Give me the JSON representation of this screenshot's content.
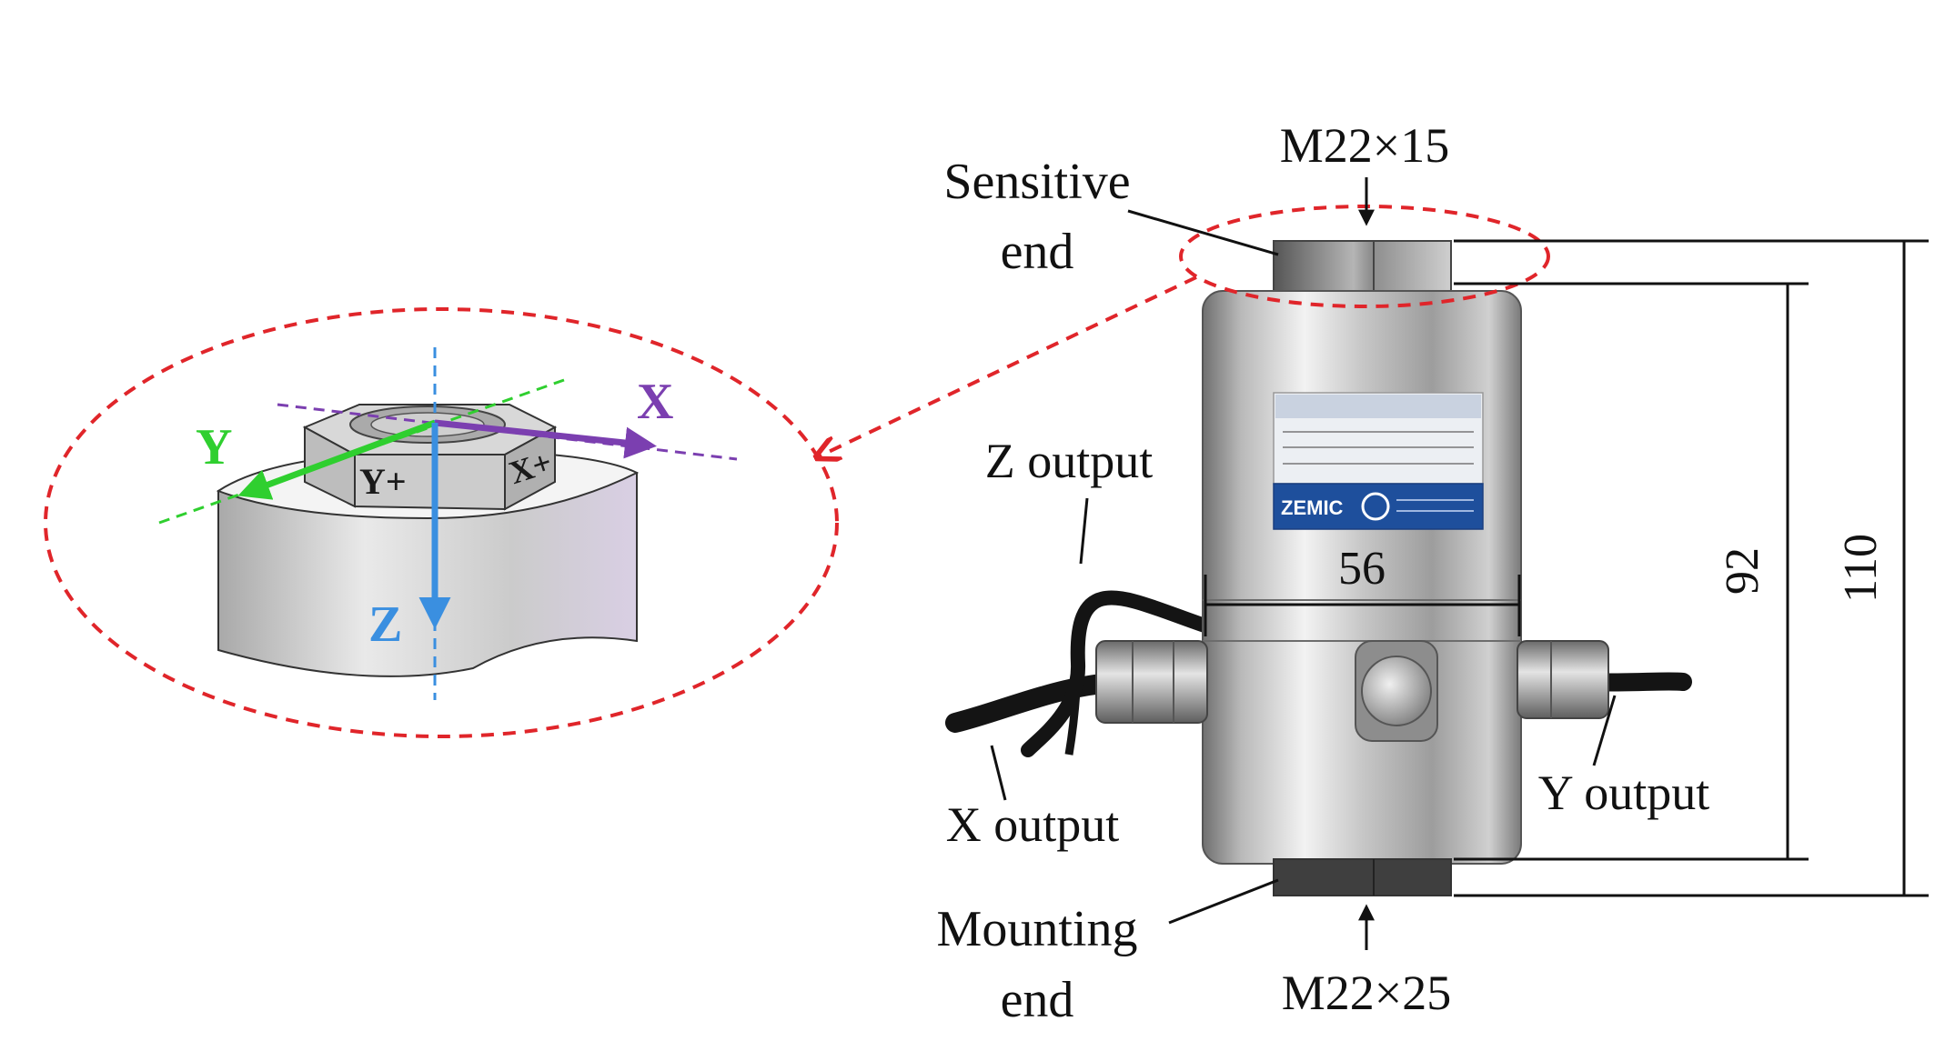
{
  "labels": {
    "sensitive_end_line1": "Sensitive",
    "sensitive_end_line2": "end",
    "top_thread": "M22×15",
    "z_output": "Z output",
    "x_output": "X output",
    "y_output": "Y output",
    "mounting_end_line1": "Mounting",
    "mounting_end_line2": "end",
    "bottom_thread": "M22×25",
    "diameter": "56",
    "body_height": "92",
    "total_height": "110"
  },
  "axes": {
    "x": "X",
    "y": "Y",
    "z": "Z",
    "face_y": "Y+",
    "face_x": "X+"
  },
  "sensor_brand": "ZEMIC",
  "colors": {
    "x_axis": "#7b3fb0",
    "y_axis": "#2fcf2f",
    "z_axis": "#3a8fe0",
    "callout": "#e0252a",
    "steel_light": "#e6e6e6",
    "steel_dark": "#8a8a8a",
    "label_plate": "#1e4f9c"
  },
  "icons": {
    "callout": "dashed-ellipse-callout-icon",
    "arrow": "arrow-icon"
  }
}
